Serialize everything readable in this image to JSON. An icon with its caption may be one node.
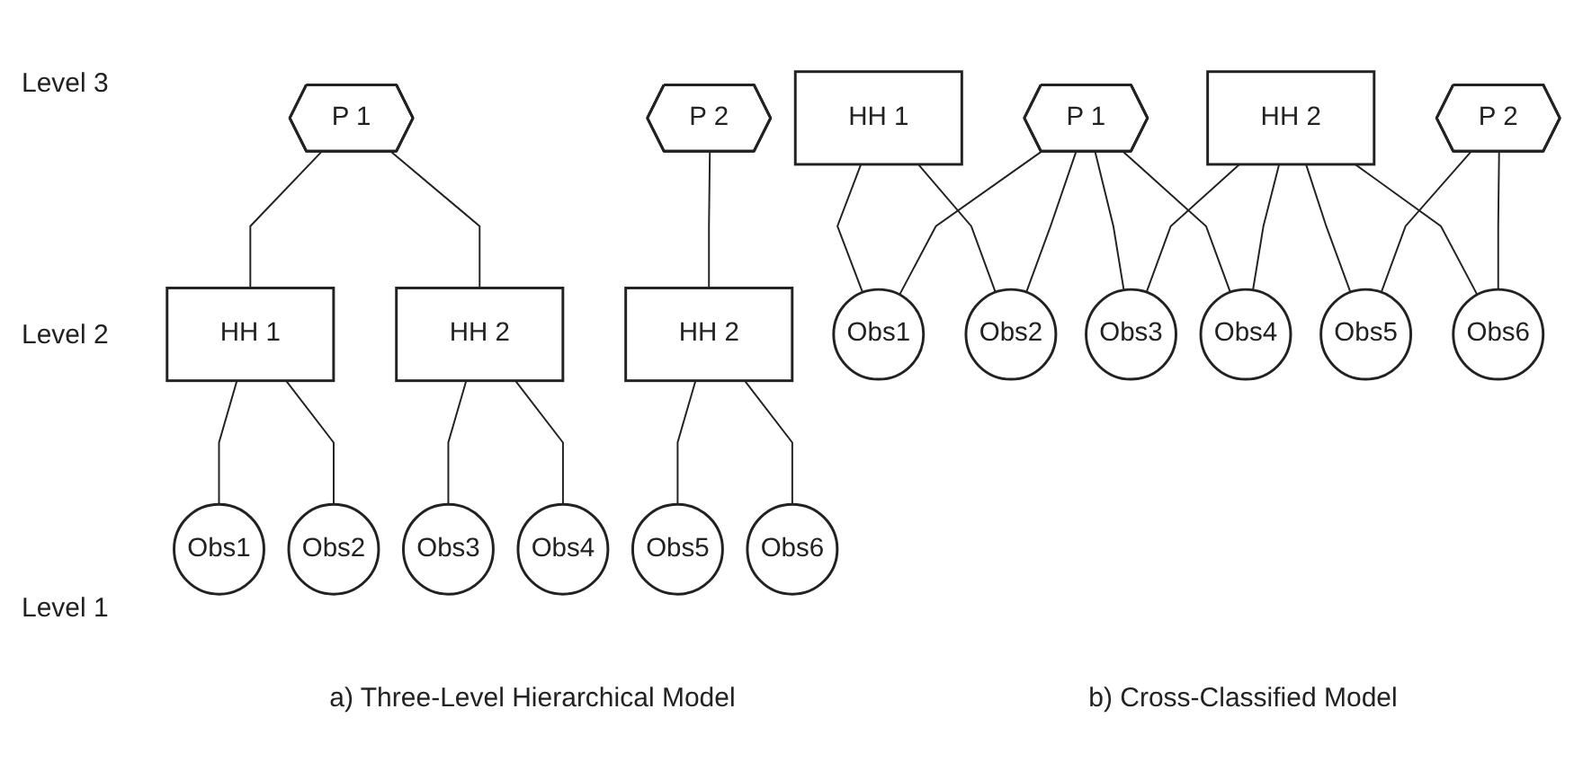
{
  "diagram": {
    "nodes": [
      {
        "text": [
          "P 1"
        ]
      },
      {
        "text": [
          "P 2"
        ]
      },
      {
        "text": [
          "HH 1"
        ]
      },
      {
        "text": [
          "HH 2"
        ]
      },
      {
        "text": [
          "HH 2"
        ]
      },
      {
        "text": [
          "Obs1"
        ]
      },
      {
        "text": [
          "Obs2"
        ]
      },
      {
        "text": [
          "Obs3"
        ]
      },
      {
        "text": [
          "Obs4"
        ]
      },
      {
        "text": [
          "Obs5"
        ]
      },
      {
        "text": [
          "Obs6"
        ]
      },
      {
        "text": [
          "HH 1"
        ]
      },
      {
        "text": [
          "P 1"
        ]
      },
      {
        "text": [
          "HH 2"
        ]
      },
      {
        "text": [
          "P 2"
        ]
      },
      {
        "text": [
          "Obs1"
        ]
      },
      {
        "text": [
          "Obs2"
        ]
      },
      {
        "text": [
          "Obs3"
        ]
      },
      {
        "text": [
          "Obs4"
        ]
      },
      {
        "text": [
          "Obs5"
        ]
      },
      {
        "text": [
          "Obs6"
        ]
      }
    ],
    "edges": [
      {
        "from": 0,
        "to": 2,
        "arrow": "none"
      },
      {
        "from": 0,
        "to": 3,
        "arrow": "none"
      },
      {
        "from": 1,
        "to": 4,
        "arrow": "none"
      },
      {
        "from": 2,
        "to": 5,
        "arrow": "none"
      },
      {
        "from": 2,
        "to": 6,
        "arrow": "none"
      },
      {
        "from": 3,
        "to": 7,
        "arrow": "none"
      },
      {
        "from": 3,
        "to": 8,
        "arrow": "none"
      },
      {
        "from": 4,
        "to": 9,
        "arrow": "none"
      },
      {
        "from": 4,
        "to": 10,
        "arrow": "none"
      },
      {
        "from": 11,
        "to": 15,
        "arrow": "none"
      },
      {
        "from": 11,
        "to": 16,
        "arrow": "none"
      },
      {
        "from": 12,
        "to": 15,
        "arrow": "none"
      },
      {
        "from": 12,
        "to": 16,
        "arrow": "none"
      },
      {
        "from": 12,
        "to": 17,
        "arrow": "none"
      },
      {
        "from": 12,
        "to": 18,
        "arrow": "none"
      },
      {
        "from": 13,
        "to": 17,
        "arrow": "none"
      },
      {
        "from": 13,
        "to": 18,
        "arrow": "none"
      },
      {
        "from": 13,
        "to": 19,
        "arrow": "none"
      },
      {
        "from": 13,
        "to": 20,
        "arrow": "none"
      },
      {
        "from": 14,
        "to": 19,
        "arrow": "none"
      },
      {
        "from": 14,
        "to": 20,
        "arrow": "none"
      }
    ],
    "labels": [
      "Level 3",
      "Level 2",
      "Level 1",
      "a) Three-Level Hierarchical Model",
      "b) Cross-Classified Model"
    ]
  }
}
